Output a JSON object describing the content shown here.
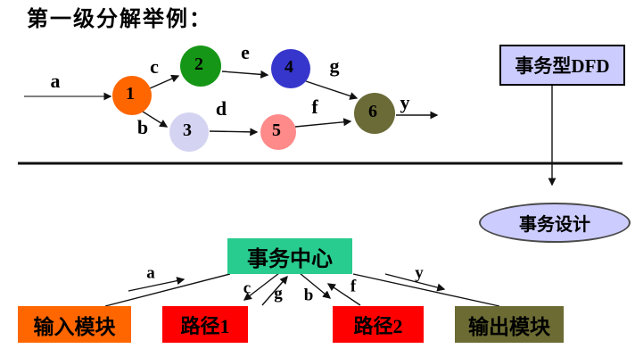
{
  "title": "第一级分解举例：",
  "colors": {
    "background": "#ffffff",
    "line": "#111111",
    "input_line": "#555555",
    "dfd_box_fill": "#ccccff",
    "ellipse_fill": "#ccccff",
    "center_fill": "#29cc8f",
    "path_fill": "#ff0000",
    "input_fill": "#ff6600",
    "output_fill": "#6b6b33"
  },
  "dfd": {
    "box_label": "事务型DFD",
    "nodes": [
      {
        "label": "1",
        "color": "#ff6600"
      },
      {
        "label": "2",
        "color": "#169616"
      },
      {
        "label": "3",
        "color": "#d4d4f2"
      },
      {
        "label": "4",
        "color": "#3636cc"
      },
      {
        "label": "5",
        "color": "#ff8a8a"
      },
      {
        "label": "6",
        "color": "#6b6b38"
      }
    ],
    "flow_labels": {
      "a": "a",
      "b": "b",
      "c": "c",
      "d": "d",
      "e": "e",
      "f": "f",
      "g": "g",
      "y": "y"
    }
  },
  "transaction_design": {
    "label": "事务设计"
  },
  "structure": {
    "center": {
      "label": "事务中心"
    },
    "modules": [
      {
        "label": "输入模块"
      },
      {
        "label": "路径1"
      },
      {
        "label": "路径2"
      },
      {
        "label": "输出模块"
      }
    ],
    "flow_labels": {
      "a": "a",
      "c": "c",
      "g": "g",
      "b": "b",
      "f": "f",
      "y": "y"
    }
  }
}
